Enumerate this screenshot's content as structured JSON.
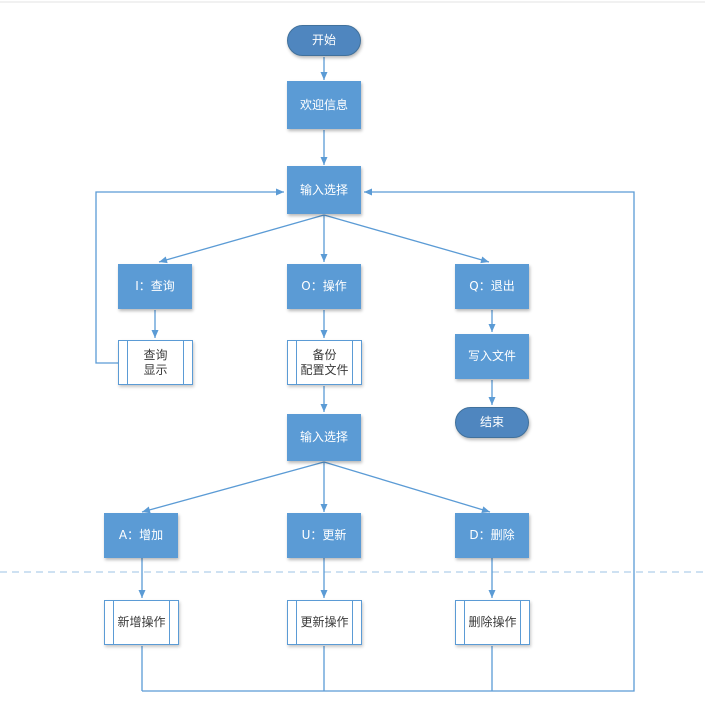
{
  "nodes": {
    "start": "开始",
    "welcome": "欢迎信息",
    "input1": "输入选择",
    "query": "I：查询",
    "operate": "O：操作",
    "quit": "Q：退出",
    "show_line1": "查询",
    "show_line2": "显示",
    "backup_line1": "备份",
    "backup_line2": "配置文件",
    "write": "写入文件",
    "end": "结束",
    "input2": "输入选择",
    "add": "A：增加",
    "update": "U：更新",
    "delete": "D：删除",
    "add_op": "新增操作",
    "update_op": "更新操作",
    "delete_op": "删除操作"
  },
  "colors": {
    "process_fill": "#5b9bd5",
    "terminator_fill": "#4f86bf",
    "connector": "#5b9bd5",
    "separator": "#9dc3e6"
  }
}
